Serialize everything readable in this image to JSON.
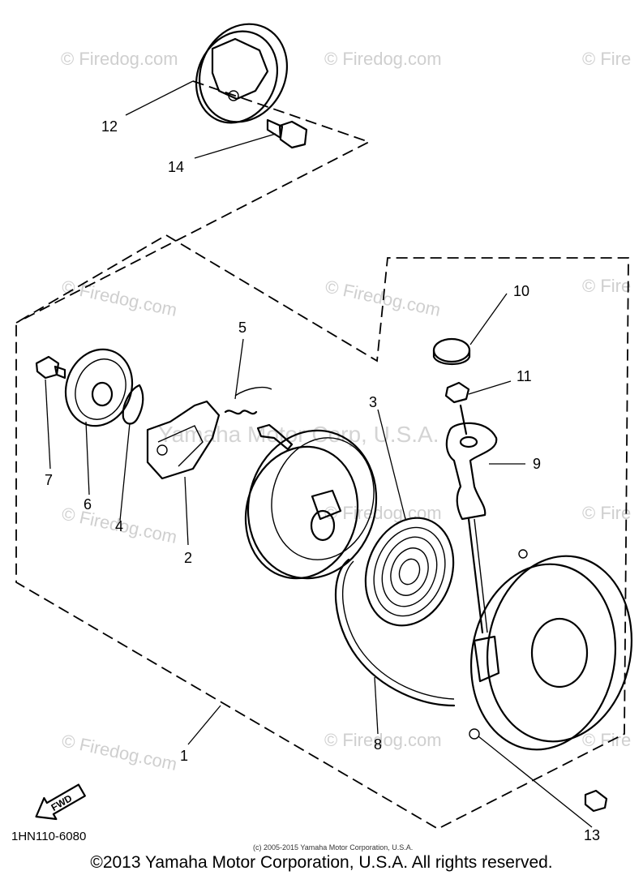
{
  "labels": {
    "p1": "1",
    "p2": "2",
    "p3": "3",
    "p4": "4",
    "p5": "5",
    "p6": "6",
    "p7": "7",
    "p8": "8",
    "p9": "9",
    "p10": "10",
    "p11": "11",
    "p12": "12",
    "p13": "13",
    "p14": "14"
  },
  "watermark": {
    "firedog": "© Firedog.com",
    "firedog_short": "© Fire",
    "yamaha": "Yamaha Motor Corp, U.S.A."
  },
  "fwd_label": "FWD",
  "diagram_code": "1HN110-6080",
  "small_copyright": "(c) 2005-2015 Yamaha Motor Corporation, U.S.A.",
  "copyright": "©2013 Yamaha Motor Corporation, U.S.A. All rights reserved."
}
